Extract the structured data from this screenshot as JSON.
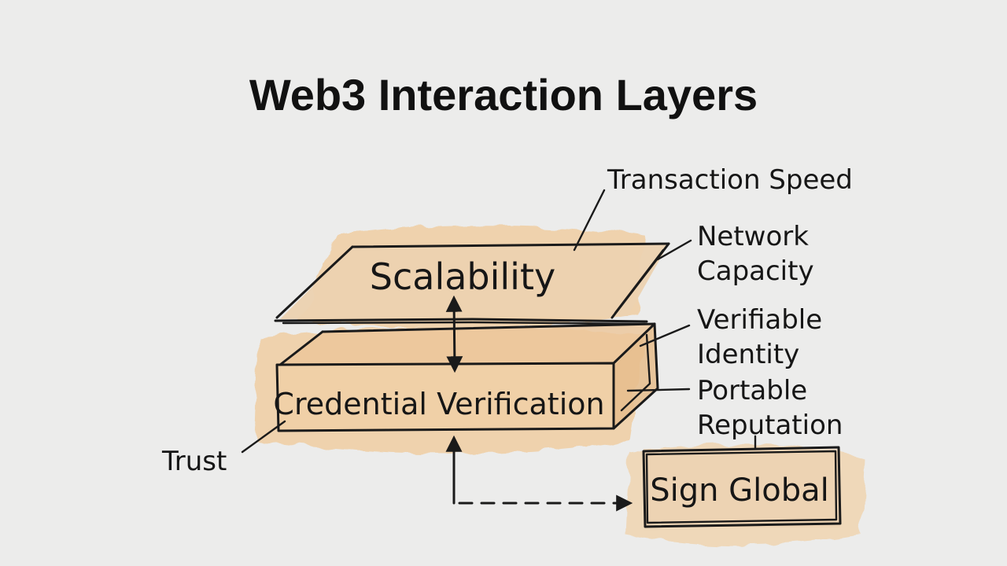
{
  "title": "Web3 Interaction Layers",
  "layers": {
    "top": "Scalability",
    "bottom": "Credential Verification"
  },
  "annotations": {
    "transaction_speed": "Transaction Speed",
    "network_capacity": [
      "Network",
      "Capacity"
    ],
    "verifiable_identity": [
      "Verifiable",
      "Identity"
    ],
    "portable_reputation": [
      "Portable",
      "Reputation"
    ],
    "trust": "Trust"
  },
  "target_box": "Sign Global",
  "colors": {
    "layer_fill_top": "#ecd2b0",
    "layer_fill_side": "#e9c9a0",
    "wash": "#f1c892",
    "ink": "#1a1a1a",
    "background": "#ececeb"
  }
}
